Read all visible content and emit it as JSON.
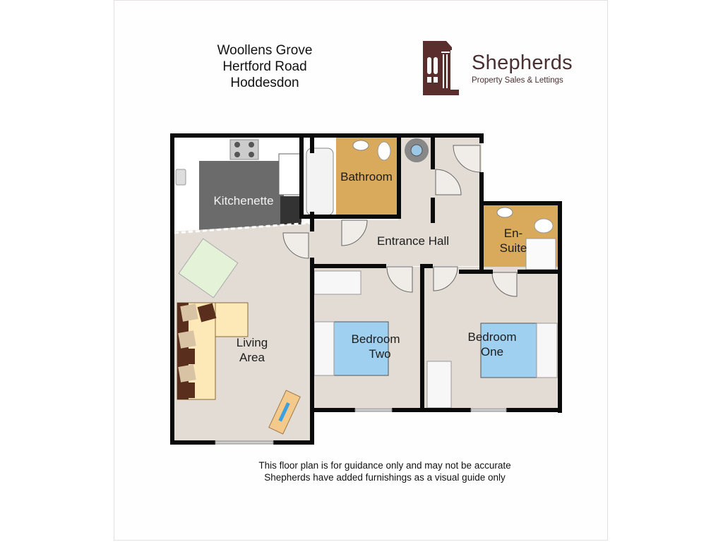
{
  "address": {
    "line1": "Woollens Grove",
    "line2": "Hertford Road",
    "line3": "Hoddesdon"
  },
  "logo": {
    "name": "Shepherds",
    "tagline": "Property Sales & Lettings",
    "icon": "building-facade-icon",
    "color": "#5a2e2c"
  },
  "rooms": {
    "kitchenette": "Kitchenette",
    "bathroom": "Bathroom",
    "entrance_hall": "Entrance Hall",
    "en_suite_line1": "En-",
    "en_suite_line2": "Suite",
    "living_line1": "Living",
    "living_line2": "Area",
    "bedroom_two_line1": "Bedroom",
    "bedroom_two_line2": "Two",
    "bedroom_one_line1": "Bedroom",
    "bedroom_one_line2": "One"
  },
  "colors": {
    "wall": "#0a0a0a",
    "floor": "#e2dcd4",
    "tile_floor": "#d9a95c",
    "kitchen_floor": "#6b6b6b",
    "bed_blue": "#9fd0ef",
    "sofa_cream": "#fde8b8",
    "sofa_brown": "#5a2e1c"
  },
  "disclaimer": {
    "line1": "This floor plan is for guidance only and may not be accurate",
    "line2": "Shepherds have added furnishings as a visual guide only"
  }
}
